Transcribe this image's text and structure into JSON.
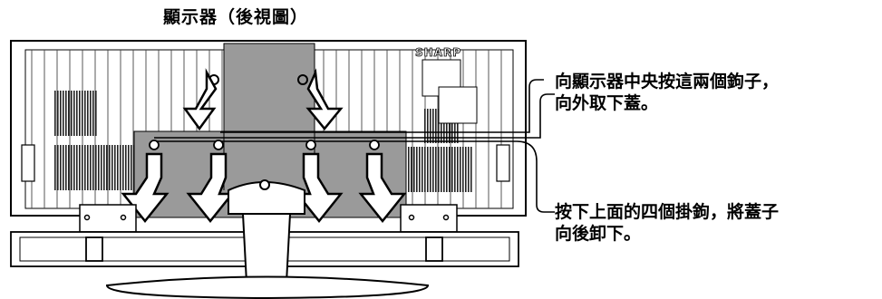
{
  "title": "顯示器（後視圖）",
  "brand_logo": "SHARP",
  "callouts": [
    {
      "lines": [
        "向顯示器中央按這兩個鉤子，",
        "向外取下蓋。"
      ]
    },
    {
      "lines": [
        "按下上面的四個掛鉤，將蓋子",
        "向後卸下。"
      ]
    }
  ]
}
